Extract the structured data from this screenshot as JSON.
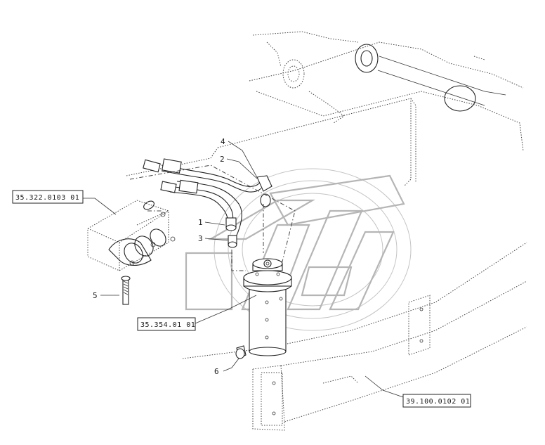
{
  "references": {
    "ref_a": "35.322.0103 01",
    "ref_b": "35.354.01 01",
    "ref_c": "39.100.0102 01"
  },
  "callouts": {
    "c1": "1",
    "c2": "2",
    "c3": "3",
    "c4": "4",
    "c5": "5",
    "c6": "6"
  },
  "icons": {
    "watermark": "brand-logo-watermark"
  }
}
